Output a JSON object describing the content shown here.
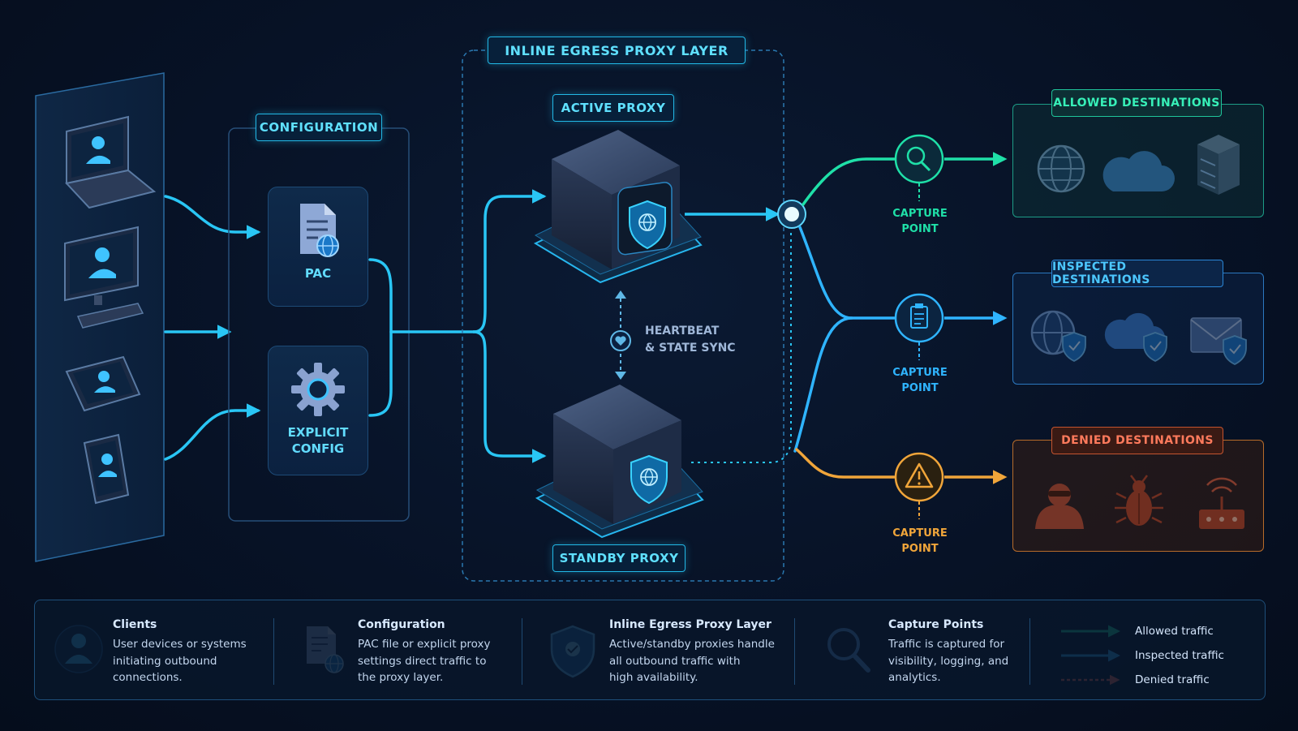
{
  "titles": {
    "configuration": "CONFIGURATION",
    "proxy_layer": "INLINE EGRESS PROXY LAYER",
    "active_proxy": "ACTIVE PROXY",
    "standby_proxy": "STANDBY PROXY"
  },
  "config_items": {
    "pac": "PAC",
    "explicit_line1": "EXPLICIT",
    "explicit_line2": "CONFIG"
  },
  "heartbeat": {
    "line1": "HEARTBEAT",
    "line2": "& STATE SYNC"
  },
  "capture_points": [
    {
      "line1": "CAPTURE",
      "line2": "POINT"
    },
    {
      "line1": "CAPTURE",
      "line2": "POINT"
    },
    {
      "line1": "CAPTURE",
      "line2": "POINT"
    }
  ],
  "destinations": {
    "allowed": "ALLOWED DESTINATIONS",
    "inspected": "INSPECTED DESTINATIONS",
    "denied": "DENIED DESTINATIONS"
  },
  "legend": {
    "clients": {
      "title": "Clients",
      "lines": [
        "User devices or systems",
        "initiating outbound",
        "connections."
      ]
    },
    "configuration": {
      "title": "Configuration",
      "lines": [
        "PAC file or explicit proxy",
        "settings direct traffic to",
        "the proxy layer."
      ]
    },
    "proxy_layer": {
      "title": "Inline Egress Proxy Layer",
      "lines": [
        "Active/standby proxies handle",
        "all outbound traffic with",
        "high availability."
      ]
    },
    "capture_points": {
      "title": "Capture Points",
      "lines": [
        "Traffic is captured for",
        "visibility, logging, and",
        "analytics."
      ]
    },
    "keys": {
      "allowed": "Allowed traffic",
      "inspected": "Inspected traffic",
      "denied": "Denied traffic"
    }
  },
  "colors": {
    "allowed": "#1fe0a8",
    "inspected": "#2fb4ff",
    "denied": "#f0a53a",
    "denied_red": "#ff6a5a",
    "accent": "#22c4f0"
  },
  "icons": {
    "clients": [
      "laptop-user-icon",
      "monitor-user-icon",
      "tablet-user-icon",
      "phone-user-icon"
    ],
    "allowed": [
      "globe-icon",
      "cloud-icon",
      "server-icon"
    ],
    "inspected": [
      "globe-shield-icon",
      "cloud-shield-icon",
      "mail-shield-icon"
    ],
    "denied": [
      "hacker-icon",
      "bug-icon",
      "router-icon"
    ]
  }
}
